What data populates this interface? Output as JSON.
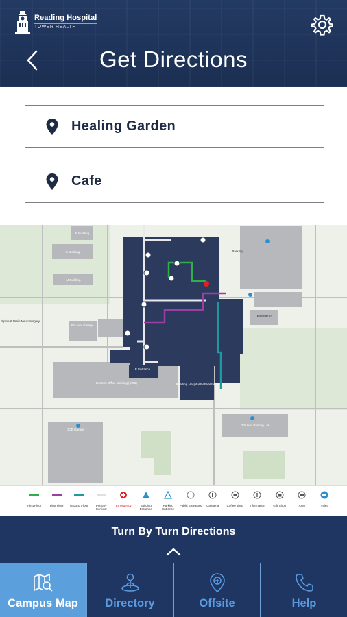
{
  "app": {
    "logo_name": "Reading Hospital",
    "logo_sub": "TOWER HEALTH",
    "title": "Get Directions"
  },
  "route": {
    "from": "Healing Garden",
    "to": "Cafe"
  },
  "map": {
    "labels": {
      "p_building": "P Building",
      "k_building": "K Building",
      "m_building": "M Building",
      "spine": "Spine & Brain Neurosurgery",
      "garage_6th": "6th Ave. Garage",
      "emergency": "Emergency",
      "e_entrance": "E Entrance",
      "doctors_office": "Doctors Office Building (DOB)",
      "dob_garage": "DOB Garage",
      "parking_lot": "7th Ave. Parking Lot",
      "parking": "Parking",
      "rehab": "Reading Hospital Rehabilitation"
    }
  },
  "legend": [
    {
      "label": "First Floor",
      "icon": "line",
      "color": "#2fae4a"
    },
    {
      "label": "First Floor",
      "icon": "line",
      "color": "#9b3fa3"
    },
    {
      "label": "Ground Floor",
      "icon": "line",
      "color": "#1c9aa0"
    },
    {
      "label": "Primary Corridor",
      "icon": "line",
      "color": "#e6e6e6"
    },
    {
      "label": "Emergency",
      "icon": "emergency-icon",
      "color": "#d22"
    },
    {
      "label": "Building Entrance",
      "icon": "triangle-filled",
      "color": "#2a8fd0"
    },
    {
      "label": "Parking Entrance",
      "icon": "triangle-outline",
      "color": "#2a8fd0"
    },
    {
      "label": "Public Elevators",
      "icon": "circle-outline",
      "color": "#666"
    },
    {
      "label": "Cafeteria",
      "icon": "cafeteria-icon",
      "color": "#555"
    },
    {
      "label": "Coffee shop",
      "icon": "coffee-icon",
      "color": "#555"
    },
    {
      "label": "Information",
      "icon": "info-icon",
      "color": "#555"
    },
    {
      "label": "Gift Shop",
      "icon": "gift-icon",
      "color": "#555"
    },
    {
      "label": "ATM",
      "icon": "atm-icon",
      "color": "#555"
    },
    {
      "label": "Valet",
      "icon": "valet-icon",
      "color": "#2a8fd0"
    }
  ],
  "turn_by_turn": "Turn By Turn Directions",
  "nav": [
    {
      "label": "Campus Map",
      "icon": "map-search-icon",
      "active": true
    },
    {
      "label": "Directory",
      "icon": "person-pin-icon",
      "active": false
    },
    {
      "label": "Offsite",
      "icon": "location-plus-icon",
      "active": false
    },
    {
      "label": "Help",
      "icon": "phone-icon",
      "active": false
    }
  ],
  "colors": {
    "header": "#1f3662",
    "accent": "#5b9fdc",
    "building": "#2c3a5e"
  }
}
